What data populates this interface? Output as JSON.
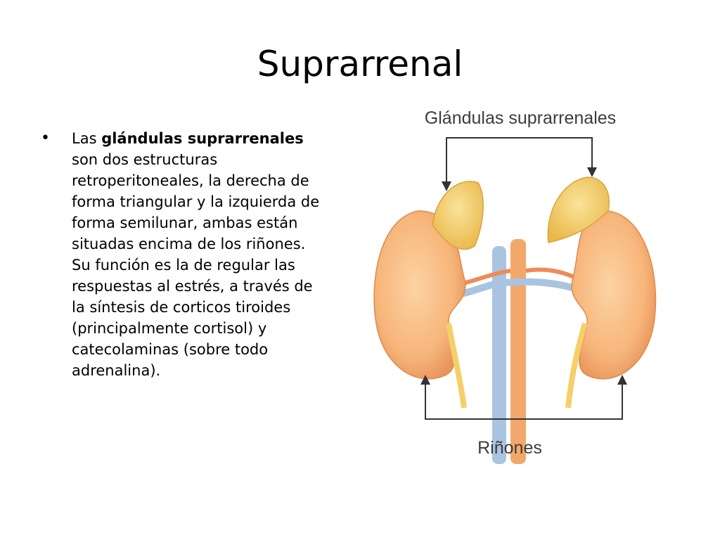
{
  "slide": {
    "title": "Suprarrenal",
    "bullet": {
      "t1": "Las ",
      "b1": "glándulas suprarrenales",
      "t2": " son dos estructuras retroperitoneales, la derecha de forma triangular y la izquierda de forma semilunar, ambas están situadas encima de los riñones. Su función es la de regular las respuestas al estrés, a través de la síntesis de corticos tiroides (principalmente cortisol) y catecolaminas (sobre todo adrenalina)."
    }
  },
  "diagram": {
    "label_top": "Glándulas suprarrenales",
    "label_bottom": "Riñones",
    "colors": {
      "kidney": "#f7b57a",
      "kidney_shade": "#e8955a",
      "adrenal": "#f5cf6a",
      "vessel_blue": "#a9c4e0",
      "vessel_orange": "#f3a86b",
      "arrow": "#333333"
    }
  }
}
